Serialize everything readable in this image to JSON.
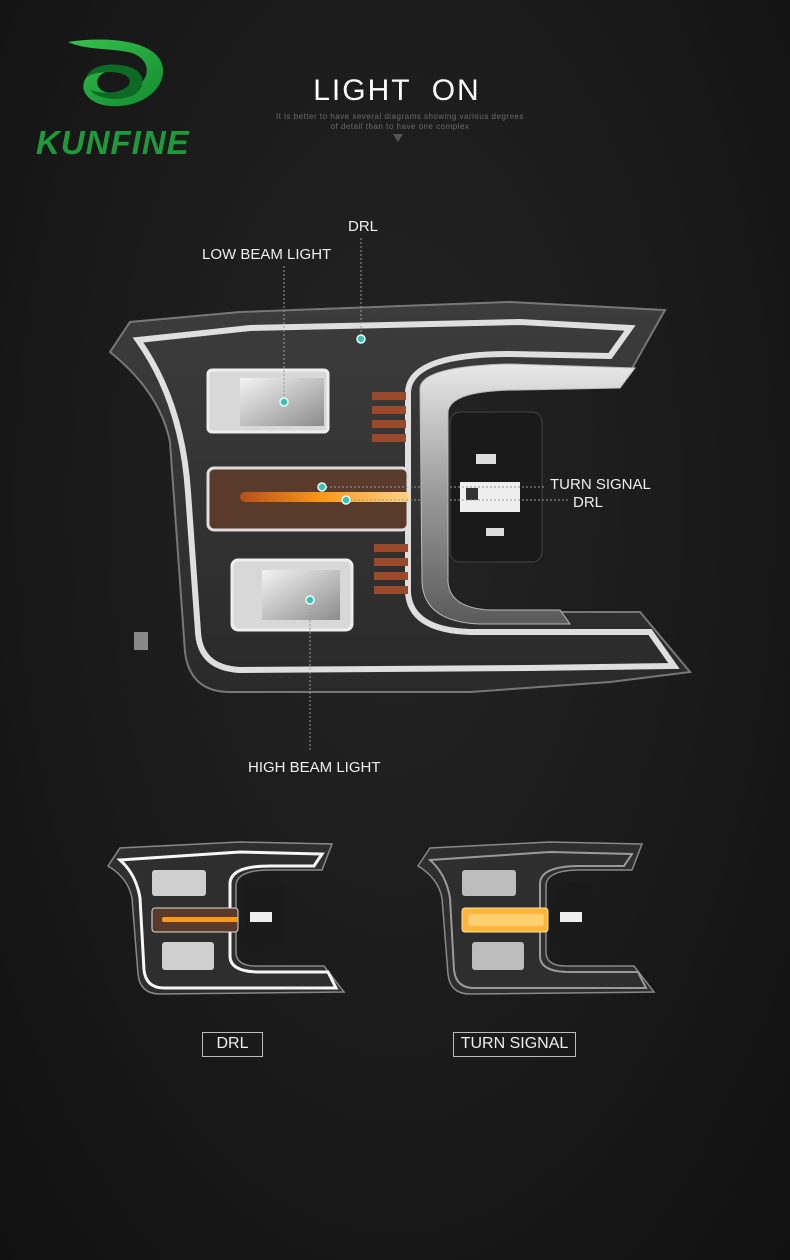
{
  "brand": {
    "name": "KUNFINE",
    "color": "#1f9a3a"
  },
  "header": {
    "title": "LIGHT  ON",
    "subtitle_line1": "It is better to have several diagrams showing various degrees",
    "subtitle_line2": "of detail than to have one complex",
    "arrow_icon": "triangle-down-icon"
  },
  "callouts": {
    "drl_top": "DRL",
    "low_beam": "LOW BEAM LIGHT",
    "turn_signal": "TURN SIGNAL",
    "drl_right": "DRL",
    "high_beam": "HIGH BEAM LIGHT"
  },
  "variants": [
    {
      "label": "DRL"
    },
    {
      "label": "TURN SIGNAL"
    }
  ],
  "colors": {
    "accent_dot": "#39c2b4",
    "amber": "#ff9a1a",
    "chrome": "#cfcfcf"
  }
}
